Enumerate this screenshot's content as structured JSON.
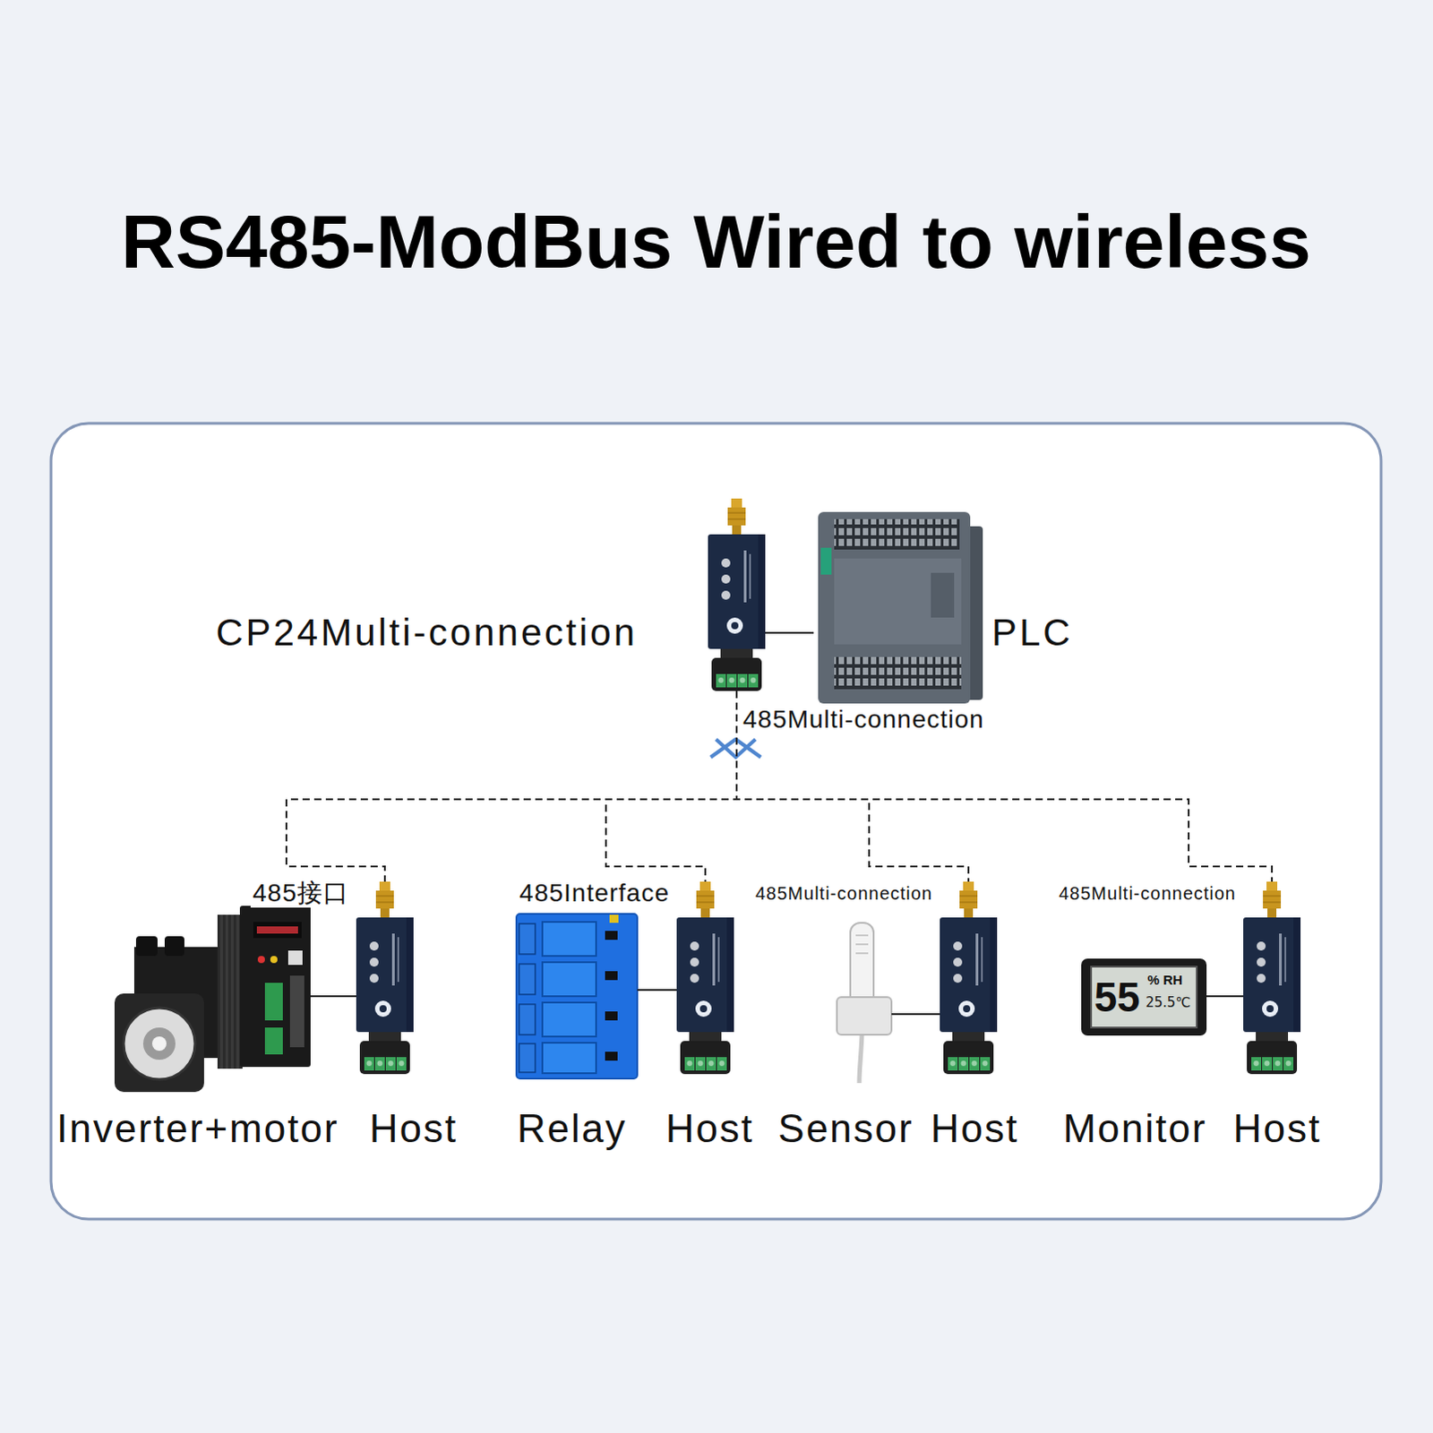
{
  "diagram": {
    "title": "RS485-ModBus Wired to wireless",
    "nodes": [
      {
        "text": [
          "CP24Multi-connection"
        ]
      },
      {
        "text": [
          "PLC"
        ]
      },
      {
        "text": [
          "Inverter+motor"
        ]
      },
      {
        "text": [
          "Host"
        ]
      },
      {
        "text": [
          "Relay"
        ]
      },
      {
        "text": [
          "Host"
        ]
      },
      {
        "text": [
          "Sensor"
        ]
      },
      {
        "text": [
          "Host"
        ]
      },
      {
        "text": [
          "Monitor"
        ]
      },
      {
        "text": [
          "Host"
        ]
      }
    ],
    "edges": [
      {
        "from": 0,
        "to": 1,
        "arrow": "none"
      },
      {
        "from": 2,
        "to": 3,
        "arrow": "none"
      },
      {
        "from": 4,
        "to": 5,
        "arrow": "none"
      },
      {
        "from": 6,
        "to": 7,
        "arrow": "none"
      },
      {
        "from": 8,
        "to": 9,
        "arrow": "none"
      },
      {
        "from": 0,
        "to": 3,
        "label": "485接口",
        "arrow": "none"
      },
      {
        "from": 0,
        "to": 5,
        "label": "485Interface",
        "arrow": "none"
      },
      {
        "from": 0,
        "to": 7,
        "label": "485Multi-connection",
        "arrow": "none"
      },
      {
        "from": 0,
        "to": 9,
        "label": "485Multi-connection",
        "arrow": "none"
      }
    ],
    "labels": [
      "485Multi-connection",
      "55",
      "% RH",
      "25.5℃"
    ]
  }
}
